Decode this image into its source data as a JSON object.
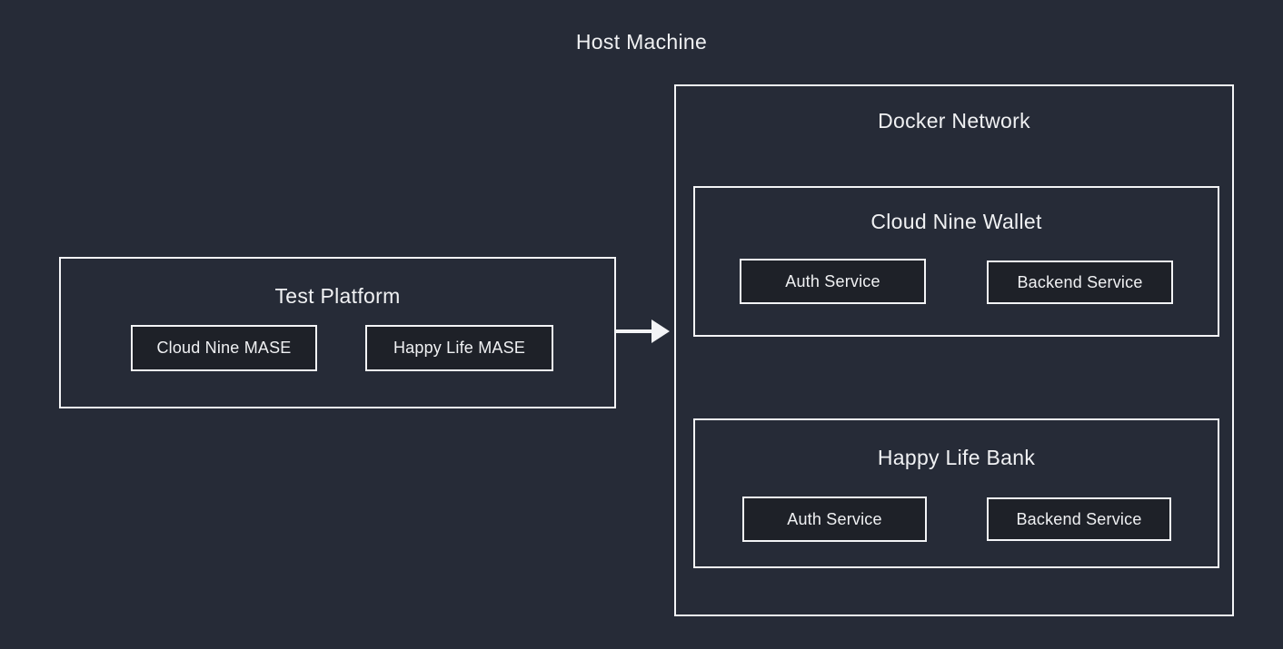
{
  "colors": {
    "background": "#262b37",
    "node_fill": "#1e2128",
    "border": "#f3f4f6",
    "text": "#f0f1f3"
  },
  "diagram": {
    "title": "Host Machine",
    "test_platform": {
      "title": "Test Platform",
      "nodes": [
        {
          "label": "Cloud Nine MASE"
        },
        {
          "label": "Happy Life MASE"
        }
      ]
    },
    "connector": {
      "type": "arrow-right",
      "from": "Test Platform",
      "to": "Docker Network"
    },
    "docker_network": {
      "title": "Docker Network",
      "groups": [
        {
          "title": "Cloud Nine Wallet",
          "services": [
            {
              "label": "Auth Service"
            },
            {
              "label": "Backend Service"
            }
          ]
        },
        {
          "title": "Happy Life Bank",
          "services": [
            {
              "label": "Auth Service"
            },
            {
              "label": "Backend Service"
            }
          ]
        }
      ]
    }
  }
}
